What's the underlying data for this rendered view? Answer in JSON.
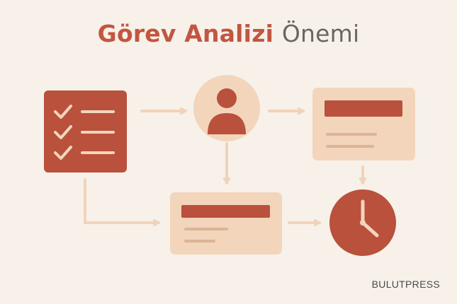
{
  "title": {
    "part1": "Görev Analizi",
    "part2": "Önemi"
  },
  "brand": "BULUTPRESS",
  "colors": {
    "background": "#f7f1ea",
    "accent": "#b9513c",
    "accent_title": "#c25640",
    "card": "#f3d5bc",
    "card_line": "#dbb596",
    "arrow": "#f2d3b8",
    "muted_text": "#6b6661"
  },
  "icons": [
    "checklist-icon",
    "user-icon",
    "clock-icon"
  ]
}
